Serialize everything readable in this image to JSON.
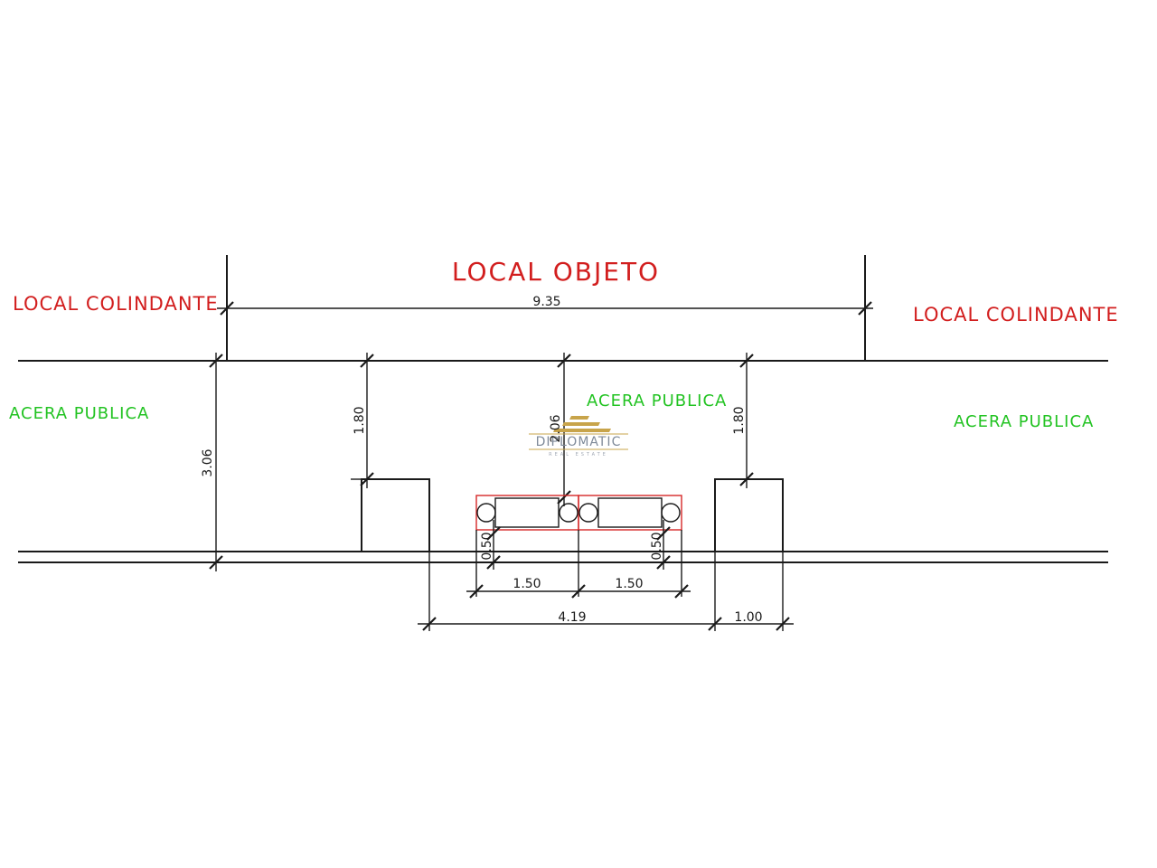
{
  "labels": {
    "local_objeto": "LOCAL OBJETO",
    "local_colindante_left": "LOCAL COLINDANTE",
    "local_colindante_right": "LOCAL COLINDANTE",
    "acera_publica_left": "ACERA PUBLICA",
    "acera_publica_center": "ACERA PUBLICA",
    "acera_publica_right": "ACERA PUBLICA"
  },
  "dimensions": {
    "total_width": "9.35",
    "left_depth": "3.06",
    "center_depth": "2.06",
    "left_column_height": "1.80",
    "right_column_height": "1.80",
    "left_offset": "0.50",
    "right_offset": "0.50",
    "module_left": "1.50",
    "module_right": "1.50",
    "opening_width": "4.19",
    "column_width": "1.00"
  },
  "watermark": {
    "brand": "DIPLOMATIC",
    "sub": "REAL ESTATE"
  },
  "colors": {
    "label_red": "#d21e1e",
    "label_green": "#22c322",
    "lines": "#1a1a1a"
  }
}
